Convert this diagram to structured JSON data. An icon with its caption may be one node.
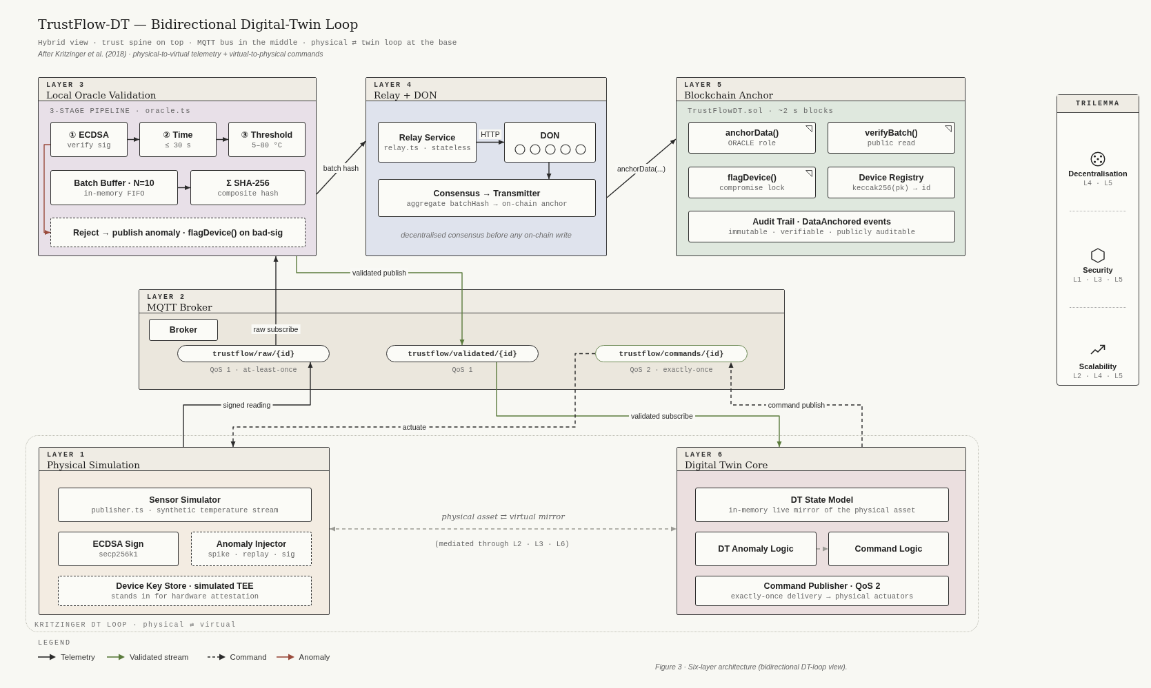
{
  "diagram": {
    "title": "TrustFlow-DT — Bidirectional Digital-Twin Loop",
    "caption": "Figure 3 · Six-layer architecture (bidirectional DT-loop view).",
    "nodes": [
      {
        "text": [
          "LAYER 3",
          "Local Oracle Validation",
          "3-STAGE PIPELINE · oracle.ts"
        ]
      },
      {
        "text": [
          "① ECDSA",
          "verify sig"
        ],
        "in": 0
      },
      {
        "text": [
          "② Time",
          "≤ 30 s"
        ],
        "in": 0
      },
      {
        "text": [
          "③ Threshold",
          "5–80 °C"
        ],
        "in": 0
      },
      {
        "text": [
          "Batch Buffer · N=10",
          "in-memory FIFO"
        ],
        "in": 0
      },
      {
        "text": [
          "Σ SHA-256",
          "composite hash"
        ],
        "in": 0
      },
      {
        "text": [
          "Reject → publish anomaly · flagDevice() on bad-sig"
        ],
        "in": 0
      },
      {
        "text": [
          "LAYER 4",
          "Relay + DON",
          "decentralised consensus before any on-chain write"
        ]
      },
      {
        "text": [
          "Relay Service",
          "relay.ts · stateless"
        ],
        "in": 7
      },
      {
        "text": [
          "DON"
        ],
        "in": 7
      },
      {
        "text": [
          "Consensus → Transmitter",
          "aggregate batchHash → on-chain anchor"
        ],
        "in": 7
      },
      {
        "text": [
          "LAYER 5",
          "Blockchain Anchor",
          "TrustFlowDT.sol · ~2 s blocks"
        ]
      },
      {
        "text": [
          "anchorData()",
          "ORACLE role"
        ],
        "in": 11
      },
      {
        "text": [
          "verifyBatch()",
          "public read"
        ],
        "in": 11
      },
      {
        "text": [
          "flagDevice()",
          "compromise lock"
        ],
        "in": 11
      },
      {
        "text": [
          "Device Registry",
          "keccak256(pk) → id"
        ],
        "in": 11
      },
      {
        "text": [
          "Audit Trail · DataAnchored events",
          "immutable · verifiable · publicly auditable"
        ],
        "in": 11
      },
      {
        "text": [
          "TRILEMMA",
          "Decentralisation",
          "L4 · L5",
          "Security",
          "L1 · L3 · L5",
          "Scalability",
          "L2 · L4 · L5"
        ]
      },
      {
        "text": [
          "LAYER 2",
          "MQTT Broker"
        ]
      },
      {
        "text": [
          "Broker"
        ],
        "in": 18
      },
      {
        "text": [
          "trustflow/raw/{id}"
        ],
        "in": 18,
        "beside": [
          "QoS 1 · at-least-once"
        ]
      },
      {
        "text": [
          "trustflow/validated/{id}"
        ],
        "in": 18,
        "beside": [
          "QoS 1"
        ]
      },
      {
        "text": [
          "trustflow/commands/{id}"
        ],
        "in": 18,
        "beside": [
          "QoS 2 · exactly-once"
        ]
      },
      {
        "text": [
          "KRITZINGER DT LOOP · physical ⇄ virtual"
        ]
      },
      {
        "text": [
          "LAYER 1",
          "Physical Simulation"
        ],
        "in": 23
      },
      {
        "text": [
          "Sensor Simulator",
          "publisher.ts · synthetic temperature stream"
        ],
        "in": 24
      },
      {
        "text": [
          "ECDSA Sign",
          "secp256k1"
        ],
        "in": 24
      },
      {
        "text": [
          "Anomaly Injector",
          "spike · replay · sig"
        ],
        "in": 24
      },
      {
        "text": [
          "Device Key Store · simulated TEE",
          "stands in for hardware attestation"
        ],
        "in": 24
      },
      {
        "text": [
          "LAYER 6",
          "Digital Twin Core"
        ],
        "in": 23
      },
      {
        "text": [
          "DT State Model",
          "in-memory live mirror of the physical asset"
        ],
        "in": 29
      },
      {
        "text": [
          "DT Anomaly Logic"
        ],
        "in": 29
      },
      {
        "text": [
          "Command Logic"
        ],
        "in": 29
      },
      {
        "text": [
          "Command Publisher · QoS 2",
          "exactly-once delivery → physical actuators"
        ],
        "in": 29
      }
    ],
    "edges": [
      {
        "from": 1,
        "to": 2,
        "arrow": "to"
      },
      {
        "from": 2,
        "to": 3,
        "arrow": "to"
      },
      {
        "from": 4,
        "to": 5,
        "arrow": "to"
      },
      {
        "from": 1,
        "to": 6,
        "arrow": "to",
        "color": "#9a4b3c"
      },
      {
        "from": 0,
        "to": 7,
        "arrow": "to",
        "label": "batch hash"
      },
      {
        "from": 8,
        "to": 9,
        "arrow": "to",
        "label": "HTTP"
      },
      {
        "from": 9,
        "to": 10,
        "arrow": "to"
      },
      {
        "from": 7,
        "to": 11,
        "arrow": "to",
        "label": "anchorData(...)"
      },
      {
        "from": 24,
        "to": 20,
        "arrow": "to",
        "label": "signed reading"
      },
      {
        "from": 20,
        "to": 0,
        "arrow": "to",
        "label": "raw subscribe"
      },
      {
        "from": 0,
        "to": 21,
        "arrow": "to",
        "label": "validated publish",
        "color": "#5b7b3c"
      },
      {
        "from": 21,
        "to": 29,
        "arrow": "to",
        "label": "validated subscribe",
        "color": "#5b7b3c"
      },
      {
        "from": 29,
        "to": 22,
        "arrow": "to",
        "label": "command publish",
        "style": "dashed"
      },
      {
        "from": 22,
        "to": 24,
        "arrow": "to",
        "label": "actuate",
        "style": "dashed"
      },
      {
        "from": 24,
        "to": 29,
        "arrow": "both",
        "label": "physical asset ⇄ virtual mirror",
        "style": "dashed",
        "color": "#9a9a94"
      },
      {
        "from": 31,
        "to": 32,
        "arrow": "to",
        "style": "dashed",
        "color": "#9a9a94"
      }
    ],
    "labels": [
      "Hybrid view · trust spine on top · MQTT bus in the middle · physical ⇄ twin loop at the base",
      "After Kritzinger et al. (2018) · physical-to-virtual telemetry + virtual-to-physical commands",
      "(mediated through L2 · L3 · L6)",
      "LEGEND"
    ],
    "legend": [
      {
        "text": "Telemetry"
      },
      {
        "text": "Validated stream"
      },
      {
        "text": "Command"
      },
      {
        "text": "Anomaly"
      }
    ]
  }
}
